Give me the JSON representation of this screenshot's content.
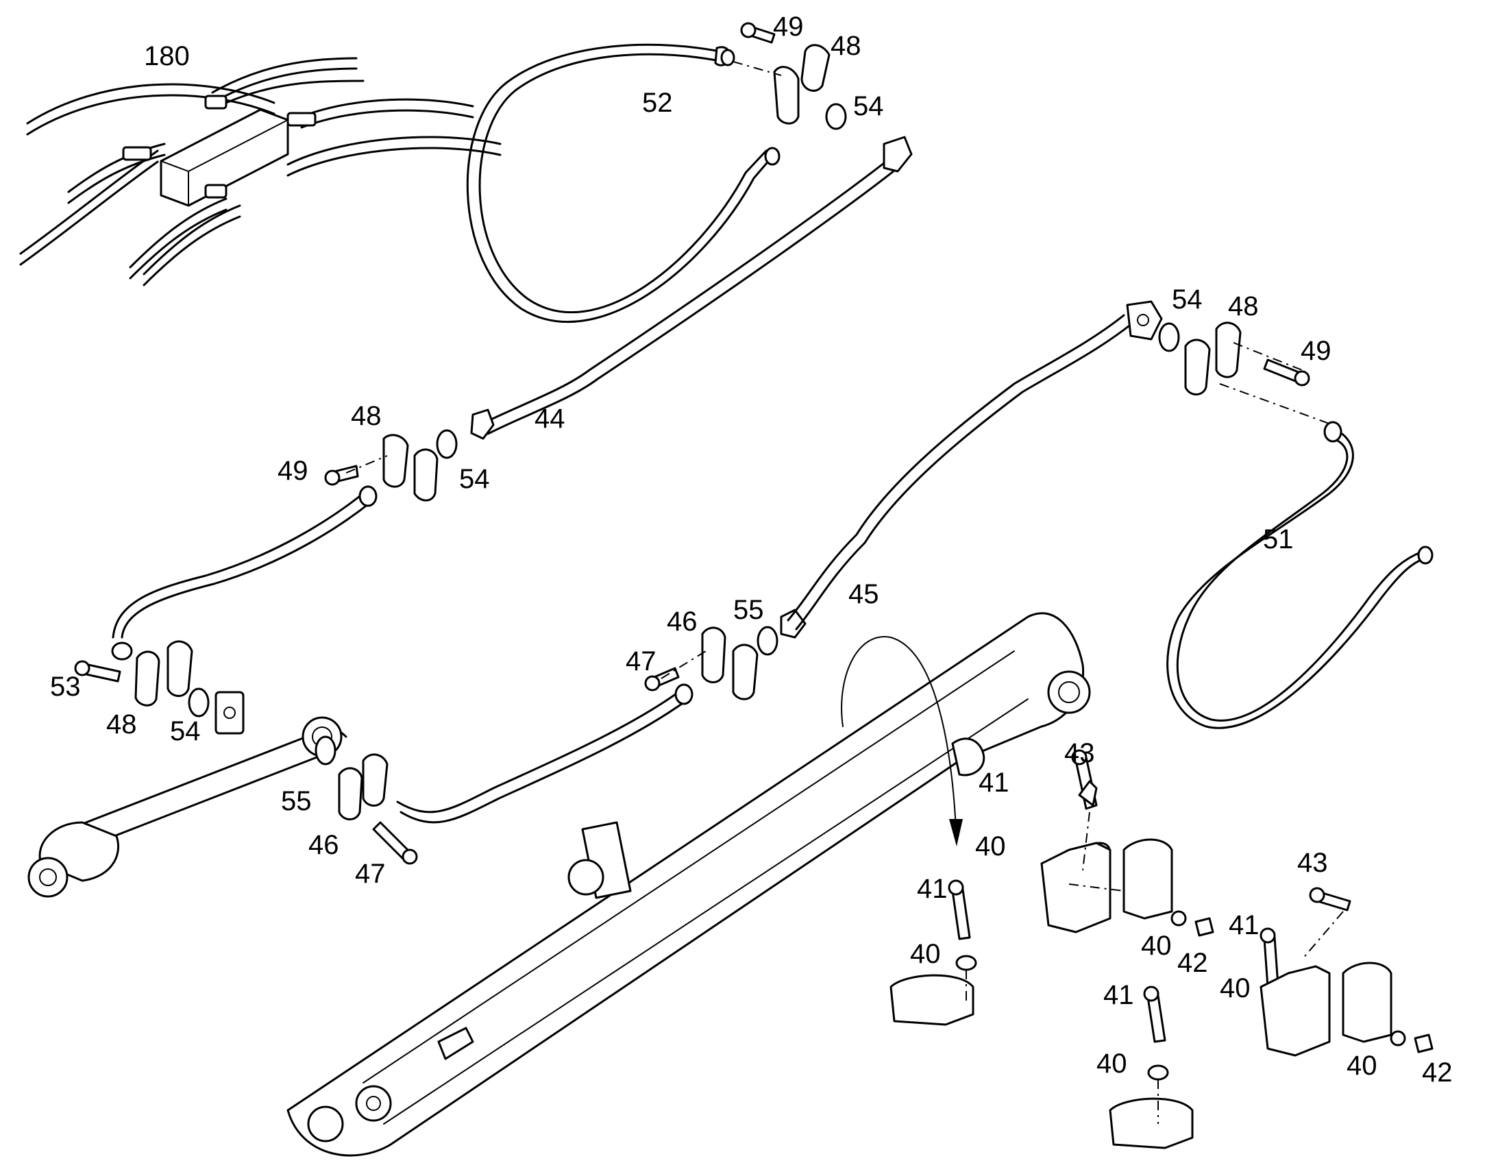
{
  "callouts": {
    "c180": "180",
    "c52": "52",
    "c49a": "49",
    "c48a": "48",
    "c54a": "54",
    "c44": "44",
    "c48b": "48",
    "c49b": "49",
    "c54b": "54",
    "c54c": "54",
    "c48c": "48",
    "c49c": "49",
    "c51": "51",
    "c45": "45",
    "c55a": "55",
    "c46a": "46",
    "c47a": "47",
    "c53": "53",
    "c48d": "48",
    "c54d": "54",
    "c55b": "55",
    "c46b": "46",
    "c47b": "47",
    "c43a": "43",
    "c41a": "41",
    "c40a": "40",
    "c41b": "41",
    "c40b": "40",
    "c40c": "40",
    "c42a": "42",
    "c43b": "43",
    "c41c": "41",
    "c40d": "40",
    "c41d": "41",
    "c40e": "40",
    "c40f": "40",
    "c42b": "42"
  }
}
